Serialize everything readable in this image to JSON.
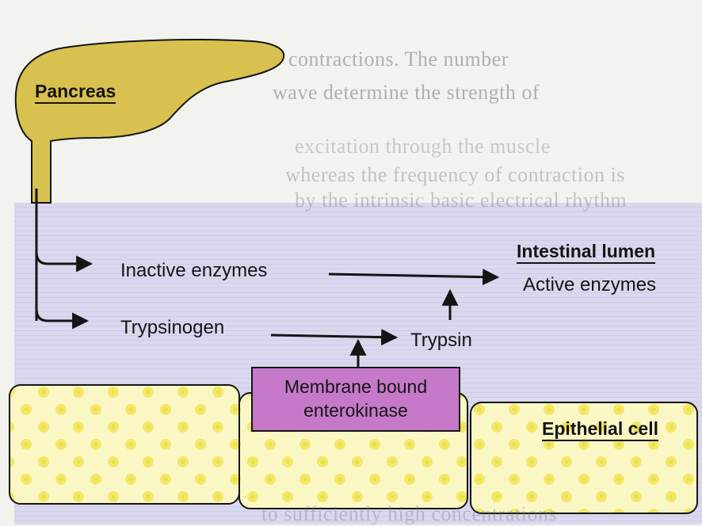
{
  "labels": {
    "pancreas": "Pancreas",
    "intestinal_lumen": "Intestinal lumen",
    "inactive_enzymes": "Inactive enzymes",
    "active_enzymes": "Active enzymes",
    "trypsinogen": "Trypsinogen",
    "trypsin": "Trypsin",
    "membrane_bound_line1": "Membrane bound",
    "membrane_bound_line2": "enterokinase",
    "epithelial_cell": "Epithelial cell"
  },
  "bleed_text": {
    "line1": "contractions. The number",
    "line2": "wave determine the strength of",
    "line3": "excitation through the muscle",
    "line4": "whereas the frequency of contraction is",
    "line5": "by the intrinsic basic electrical rhythm",
    "line6": "to sufficiently high concentrations"
  },
  "colors": {
    "page": "#f2f2ef",
    "lumen": "#d9d8ee",
    "pancreas": "#d8c14e",
    "cell_fill": "#fbf7bf",
    "cell_dots": "#f3ea6a",
    "enterokinase_box": "#c679c9",
    "ink": "#151515"
  }
}
